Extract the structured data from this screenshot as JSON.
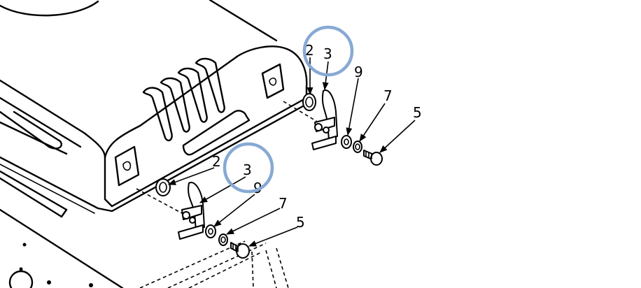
{
  "callouts": [
    {
      "id": "c2a",
      "label": "2"
    },
    {
      "id": "c3a",
      "label": "3"
    },
    {
      "id": "c9a",
      "label": "9"
    },
    {
      "id": "c7a",
      "label": "7"
    },
    {
      "id": "c5a",
      "label": "5"
    },
    {
      "id": "c2b",
      "label": "2"
    },
    {
      "id": "c3b",
      "label": "3"
    },
    {
      "id": "c9b",
      "label": "9"
    },
    {
      "id": "c7b",
      "label": "7"
    },
    {
      "id": "c5b",
      "label": "5"
    }
  ],
  "colors": {
    "highlight_ring": "#87a9d4",
    "line": "#000000",
    "background": "#ffffff"
  }
}
